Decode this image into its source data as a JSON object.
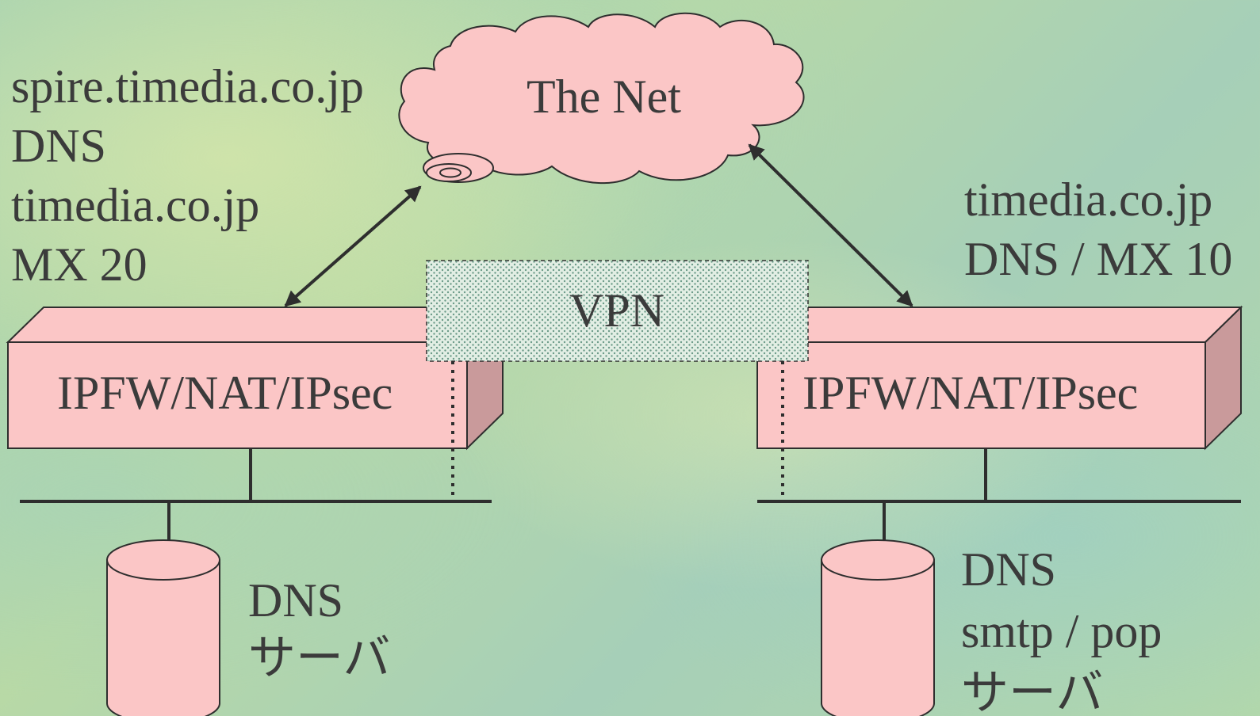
{
  "internet": {
    "label": "The Net"
  },
  "vpn": {
    "label": "VPN"
  },
  "left_site": {
    "info_lines": [
      "spire.timedia.co.jp",
      "DNS",
      "timedia.co.jp",
      "MX 20"
    ],
    "router_label": "IPFW/NAT/IPsec",
    "server_lines": [
      "DNS",
      "サーバ"
    ]
  },
  "right_site": {
    "info_lines": [
      "timedia.co.jp",
      "DNS / MX 10"
    ],
    "router_label": "IPFW/NAT/IPsec",
    "server_lines": [
      "DNS",
      "smtp / pop",
      "サーバ"
    ]
  },
  "colors": {
    "box_fill": "#fbc6c6",
    "box_side": "#c99a9b",
    "stroke": "#2e2e2e",
    "vpn_fill": "#e2eee4",
    "vpn_dots": "#6b9a88"
  }
}
